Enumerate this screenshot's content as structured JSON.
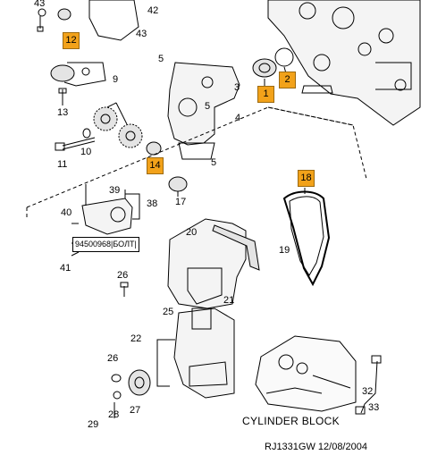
{
  "diagram": {
    "tags": {
      "t12": "12",
      "t1": "1",
      "t2": "2",
      "t14": "14",
      "t18": "18"
    },
    "labels": {
      "n43a": "43",
      "n42": "42",
      "n43b": "43",
      "n5a": "5",
      "n3": "3",
      "n13": "13",
      "n9": "9",
      "n5b": "5",
      "n4": "4",
      "n10": "10",
      "n11": "11",
      "n17": "17",
      "n5c": "5",
      "n39": "39",
      "n40": "40",
      "n38": "38",
      "n41": "41",
      "n20": "20",
      "n19": "19",
      "n26a": "26",
      "n21": "21",
      "n25": "25",
      "n22": "22",
      "n26b": "26",
      "n28": "28",
      "n27": "27",
      "n29": "29",
      "n32": "32",
      "n33": "33"
    },
    "callout": "94500968|БОЛТ|",
    "caption": "CYLINDER BLOCK",
    "stamp": "RJ1331GW  12/08/2004"
  },
  "colors": {
    "tag_fill": "#f2a21a",
    "line": "#000000",
    "part_fill": "#e4e4e4"
  }
}
